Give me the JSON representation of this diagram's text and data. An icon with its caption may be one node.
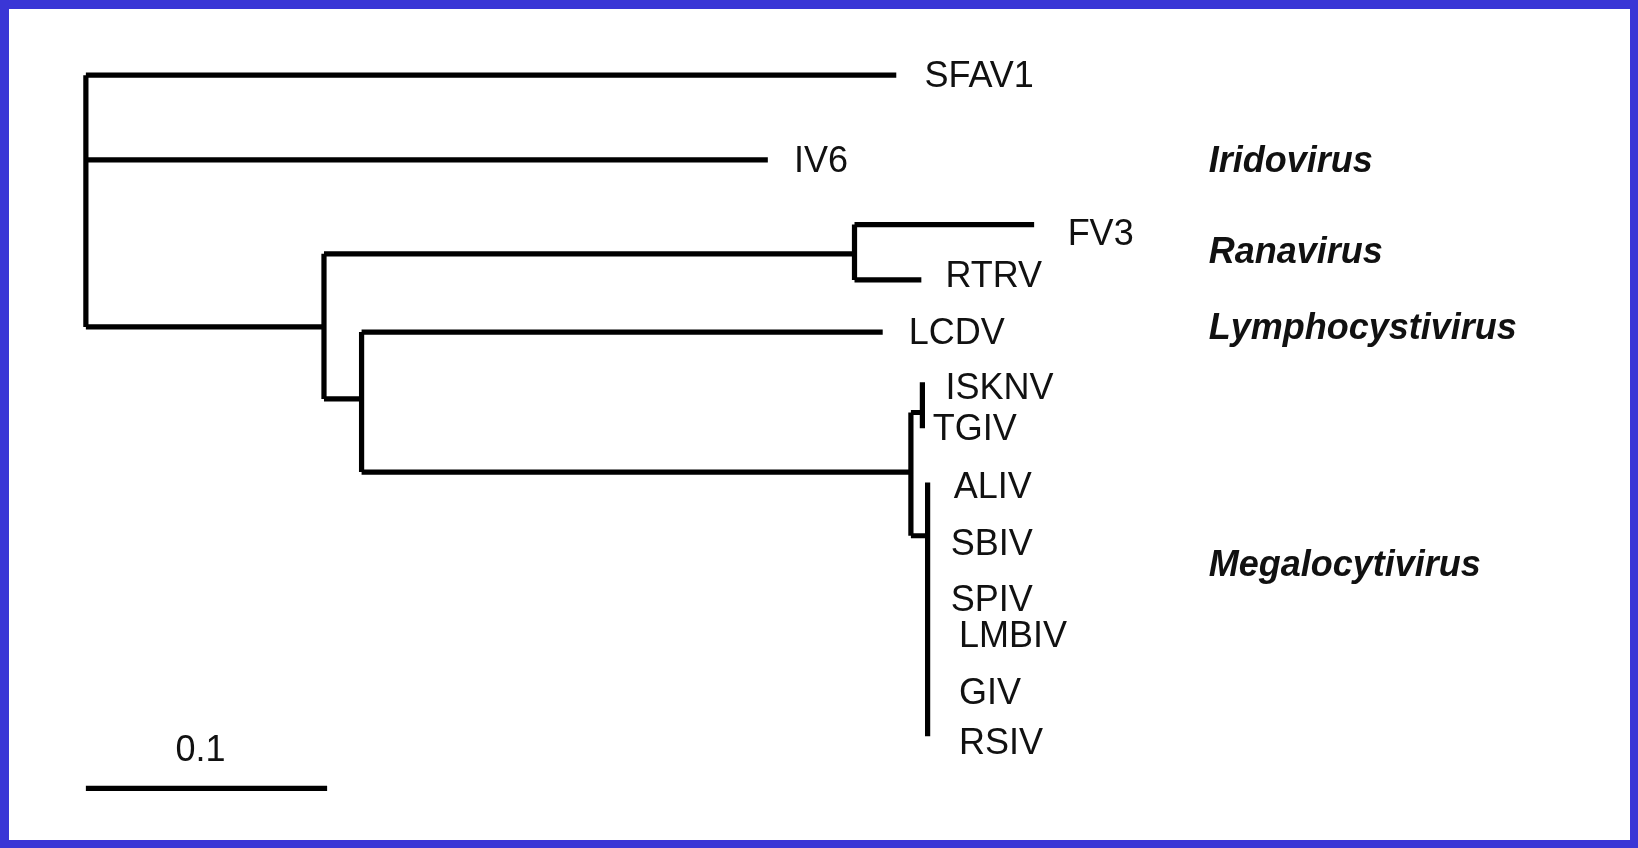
{
  "diagram": {
    "nodes": [
      {
        "text": [
          "SFAV1"
        ]
      },
      {
        "text": [
          "IV6"
        ]
      },
      {
        "text": [
          "FV3"
        ]
      },
      {
        "text": [
          "RTRV"
        ]
      },
      {
        "text": [
          "LCDV"
        ]
      },
      {
        "text": [
          "ISKNV"
        ]
      },
      {
        "text": [
          "TGIV"
        ]
      },
      {
        "text": [
          "ALIV"
        ]
      },
      {
        "text": [
          "SBIV"
        ]
      },
      {
        "text": [
          "SPIV"
        ]
      },
      {
        "text": [
          "LMBIV"
        ]
      },
      {
        "text": [
          "GIV"
        ]
      },
      {
        "text": [
          "RSIV"
        ]
      }
    ],
    "labels": [
      "Iridovirus",
      "Ranavirus",
      "Lymphocystivirus",
      "Megalocytivirus",
      "0.1"
    ]
  }
}
